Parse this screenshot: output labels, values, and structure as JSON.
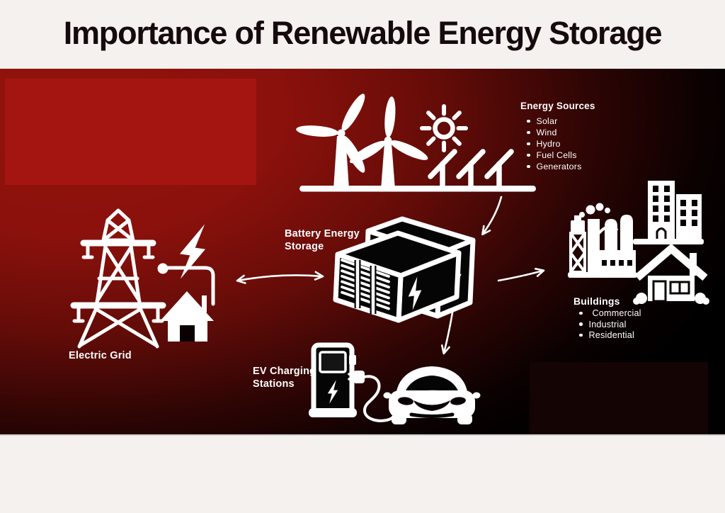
{
  "title": "Importance of Renewable Energy Storage",
  "colors": {
    "page_bg": "#f5f1ee",
    "diagram_bg": "#000000",
    "accent_red": "#a41511",
    "icon_white": "#ffffff",
    "title_color": "#150b0e"
  },
  "diagram": {
    "energy_sources": {
      "heading": "Energy Sources",
      "items": [
        "Solar",
        "Wind",
        "Hydro",
        "Fuel Cells",
        "Generators"
      ]
    },
    "battery_storage": {
      "label": "Battery Energy Storage",
      "label_line1": "Battery Energy",
      "label_line2": "Storage"
    },
    "electric_grid": {
      "label": "Electric Grid"
    },
    "buildings": {
      "heading": "Buildings",
      "items": [
        "Commercial",
        "Industrial",
        "Residential"
      ]
    },
    "ev_charging": {
      "label": "EV Charging Stations",
      "label_line1": "EV Charging",
      "label_line2": "Stations"
    }
  }
}
